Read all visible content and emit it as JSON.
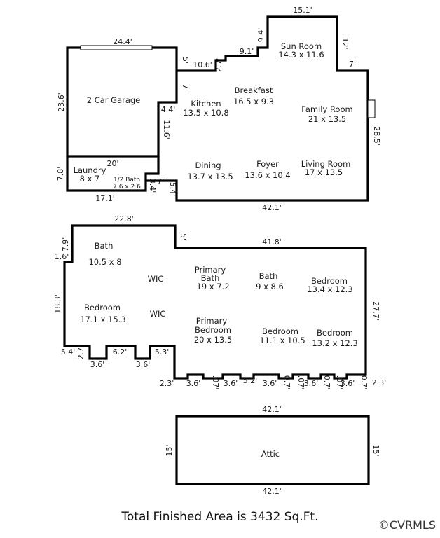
{
  "floor1": {
    "rooms": {
      "garage": {
        "name": "2 Car Garage"
      },
      "sun_room": {
        "name": "Sun Room",
        "size": "14.3 x 11.6"
      },
      "breakfast": {
        "name": "Breakfast",
        "size": "16.5 x 9.3"
      },
      "kitchen": {
        "name": "Kitchen",
        "size": "13.5 x 10.8"
      },
      "family_room": {
        "name": "Family Room",
        "size": "21 x 13.5"
      },
      "laundry": {
        "name": "Laundry",
        "size": "8 x 7"
      },
      "half_bath": {
        "name": "1/2 Bath",
        "size": "7.6 x 2.6"
      },
      "dining": {
        "name": "Dining",
        "size": "13.7 x 13.5"
      },
      "foyer": {
        "name": "Foyer",
        "size": "13.6 x 10.4"
      },
      "living_room": {
        "name": "Living Room",
        "size": "17 x 13.5"
      }
    },
    "dims": {
      "garage_top": "24.4'",
      "garage_left": "23.6'",
      "top_15_1": "15.1'",
      "sun_12": "12'",
      "sun_7": "7'",
      "jog_9_4": "9.4'",
      "jog_9_1": "9.1'",
      "jog_2_7": "2.7'",
      "jog_10_6": "10.6'",
      "jog_5": "5'",
      "jog_7": "7'",
      "jog_4_4": "4.4'",
      "jog_11_6": "11.6'",
      "garage_bottom": "20'",
      "right_28_5": "28.5'",
      "laundry_7_8": "7.8'",
      "laundry_17_1": "17.1'",
      "bath_3_4": "3.4'",
      "bath_7": "7'",
      "bath_5_4": "5.4'",
      "bottom_42_1": "42.1'"
    }
  },
  "floor2": {
    "rooms": {
      "bath": {
        "name": "Bath",
        "size": "10.5 x 8"
      },
      "wic1": {
        "name": "WIC"
      },
      "wic2": {
        "name": "WIC"
      },
      "primary_bath": {
        "name1": "Primary",
        "name2": "Bath",
        "size": "19 x 7.2"
      },
      "bath2": {
        "name": "Bath",
        "size": "9 x 8.6"
      },
      "bedroom_ne": {
        "name": "Bedroom",
        "size": "13.4 x 12.3"
      },
      "bedroom_w": {
        "name": "Bedroom",
        "size": "17.1 x 15.3"
      },
      "primary_bedroom": {
        "name1": "Primary",
        "name2": "Bedroom",
        "size": "20 x 13.5"
      },
      "bedroom_mid": {
        "name": "Bedroom",
        "size": "11.1 x 10.5"
      },
      "bedroom_se": {
        "name": "Bedroom",
        "size": "13.2 x 12.3"
      }
    },
    "dims": {
      "top_22_8": "22.8'",
      "step_5": "5'",
      "top_41_8": "41.8'",
      "left_7_9": "7.9'",
      "left_1_6": "1.6'",
      "left_18_3": "18.3'",
      "left_5_4": "5.4'",
      "b_2_7": "2.7'",
      "b_3_6a": "3.6'",
      "b_6_2": "6.2'",
      "b_3_6b": "3.6'",
      "b_5_3": "5.3'",
      "right_27_7": "27.7'",
      "s_2_3a": "2.3'",
      "s_3_6_1": "3.6'",
      "s_0_7_1": ".07'",
      "s_3_6_2": "3.6'",
      "s_5_2": "5.2'",
      "s_3_6_3": "3.6'",
      "s_0_7_2": "0.7'",
      "s_0_7_3": ".07'",
      "s_3_6_4": "3.6'",
      "s_0_7_4": "0.7'",
      "s_0_7_5": ".07'",
      "s_3_6_5": "3.6'",
      "s_0_7_6": "0.7'",
      "s_2_3b": "2.3'"
    }
  },
  "attic": {
    "name": "Attic",
    "top": "42.1'",
    "bottom": "42.1'",
    "left": "15'",
    "right": "15'"
  },
  "footer": {
    "total": "Total Finished Area is 3432 Sq.Ft.",
    "mls": "©CVRMLS"
  }
}
